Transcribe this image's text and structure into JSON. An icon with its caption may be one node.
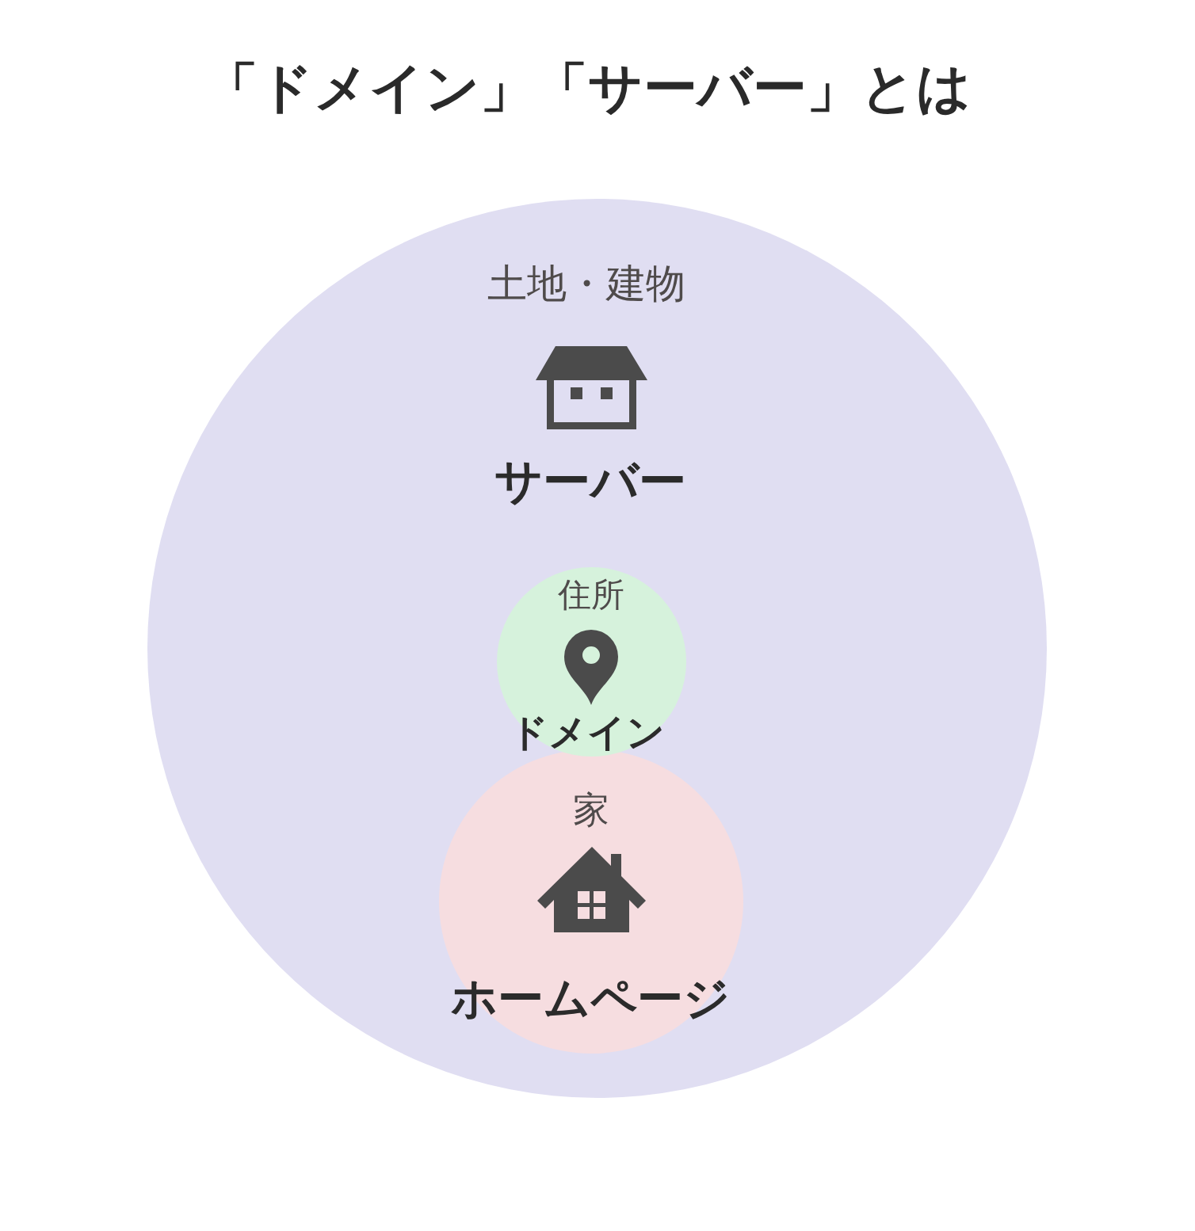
{
  "diagram": {
    "title": "「ドメイン」「サーバー」とは",
    "nodes": [
      {
        "text": [
          "土地・建物",
          "サーバー"
        ]
      },
      {
        "text": [
          "住所",
          "ドメイン"
        ],
        "in": 0
      },
      {
        "text": [
          "家",
          "ホームページ"
        ],
        "in": 0
      }
    ]
  }
}
